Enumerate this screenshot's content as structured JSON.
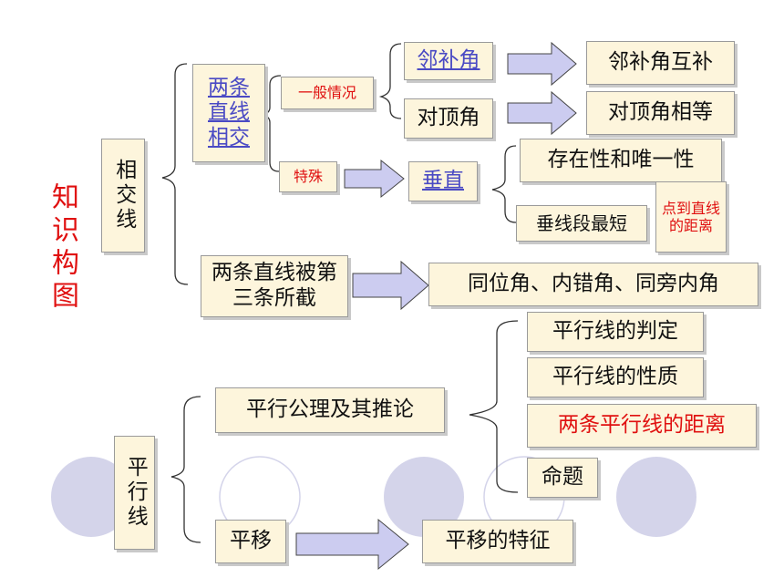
{
  "title": "知识构图",
  "intersect": {
    "root": "相交线",
    "two_lines": "两条直线相交",
    "general": "一般情况",
    "special": "特殊",
    "adjacent": "邻补角",
    "adjacent_result": "邻补角互补",
    "vertical": "对顶角",
    "vertical_result": "对顶角相等",
    "perpendicular": "垂直",
    "exist_unique": "存在性和唯一性",
    "shortest": "垂线段最短",
    "point_distance": "点到直线的距离",
    "third_line": "两条直线被第三条所截",
    "angles": "同位角、内错角、同旁内角"
  },
  "parallel": {
    "root": "平行线",
    "axiom": "平行公理及其推论",
    "judge": "平行线的判定",
    "property": "平行线的性质",
    "distance": "两条平行线的距离",
    "proposition": "命题",
    "translation": "平移",
    "translation_feature": "平移的特征"
  },
  "colors": {
    "box_fill": "#fdf5dc",
    "accent_red": "#e01010",
    "link_blue": "#4a4ac4",
    "arrow_fill": "#ccccf0",
    "circle_fill": "#d4d4ea"
  }
}
